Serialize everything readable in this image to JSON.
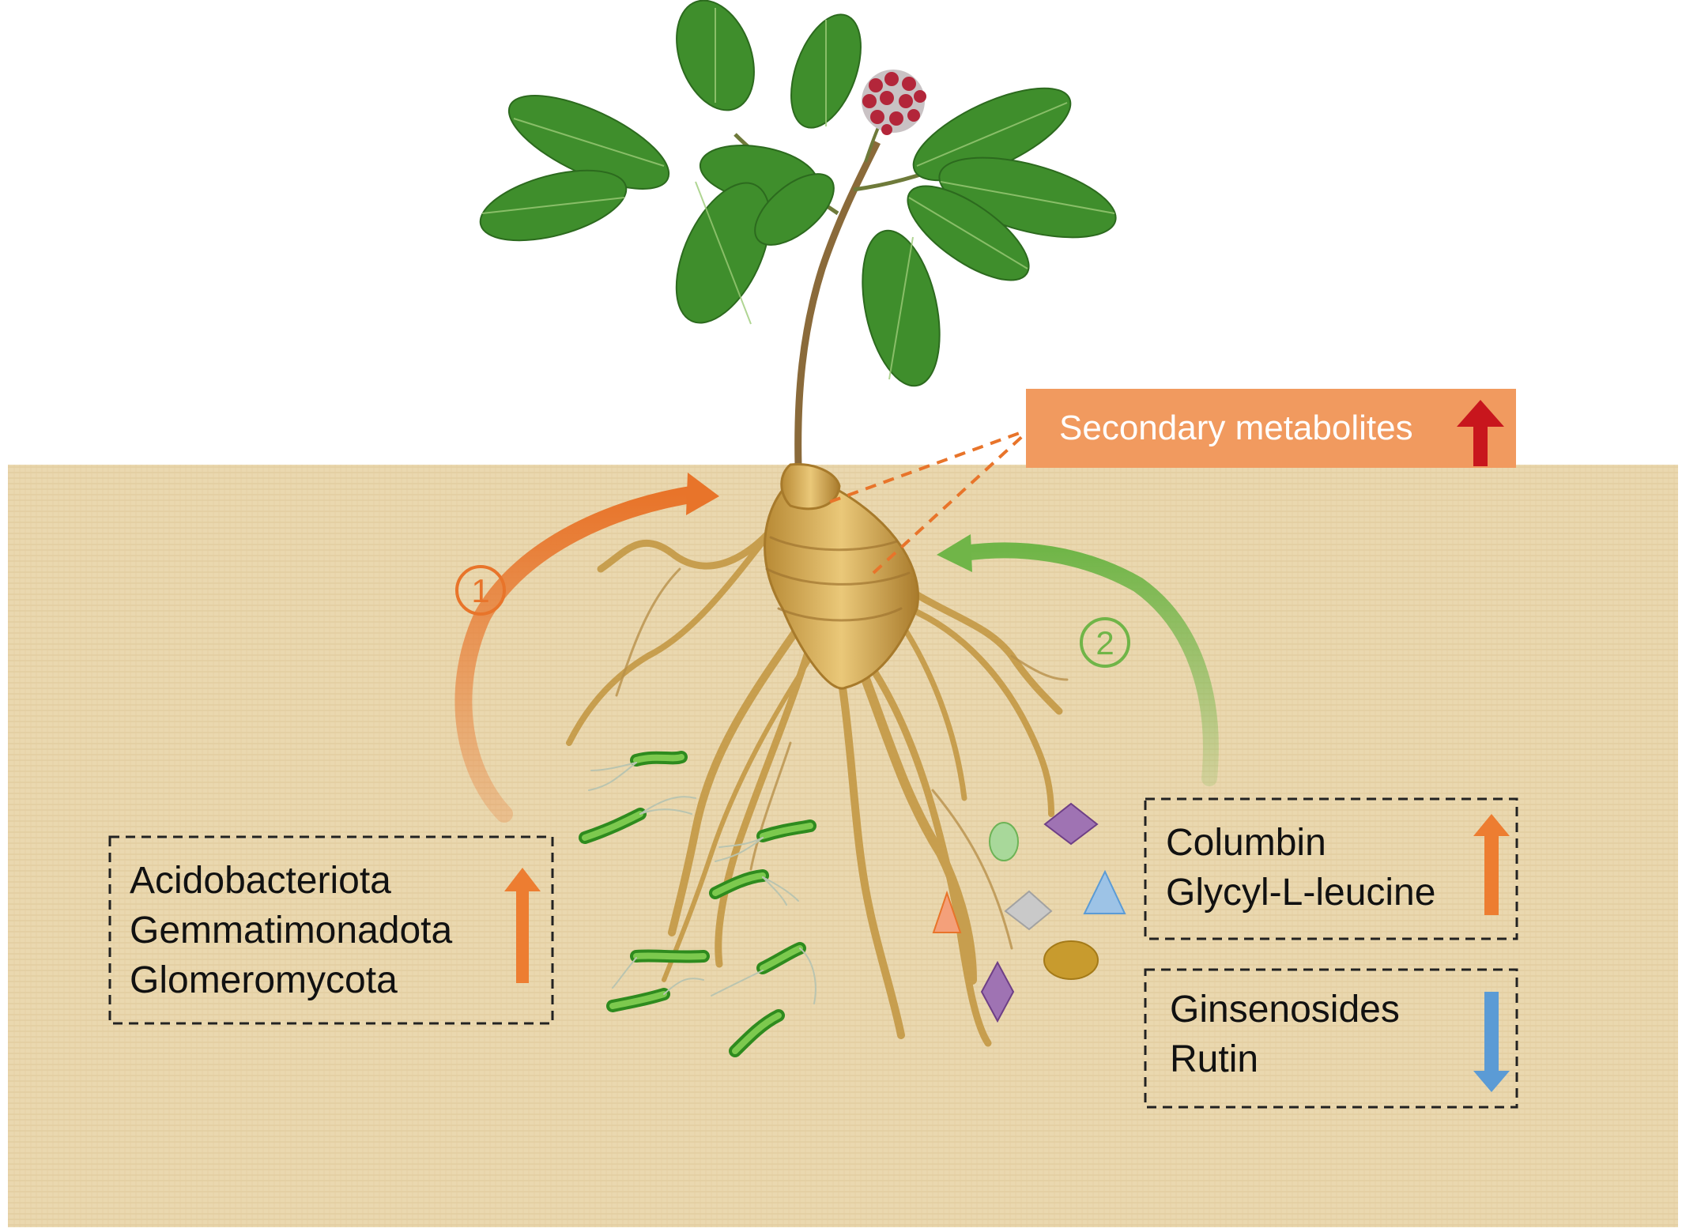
{
  "secondary_box": {
    "label": "Secondary metabolites",
    "trend": "up",
    "box_color": "#F19A5F",
    "arrow_color": "#C8161D"
  },
  "pathway_1": {
    "marker": "①",
    "color": "#E8742A"
  },
  "pathway_2": {
    "marker": "②",
    "color": "#70B548"
  },
  "microbes_box": {
    "items": [
      "Acidobacteriota",
      "Gemmatimonadota",
      "Glomeromycota"
    ],
    "trend": "up",
    "arrow_color": "#ED7D31"
  },
  "metabolites_up_box": {
    "items": [
      "Columbin",
      "Glycyl-L-leucine"
    ],
    "trend": "up",
    "arrow_color": "#ED7D31"
  },
  "metabolites_down_box": {
    "items": [
      "Ginsenosides",
      "Rutin"
    ],
    "trend": "down",
    "arrow_color": "#5B9BD5"
  },
  "colors": {
    "soil": "#E9D7AE",
    "leaf": "#3F8E2C",
    "root": "#D9B15A",
    "bacteria": "#4CAF2A",
    "berry": "#B3263A"
  }
}
